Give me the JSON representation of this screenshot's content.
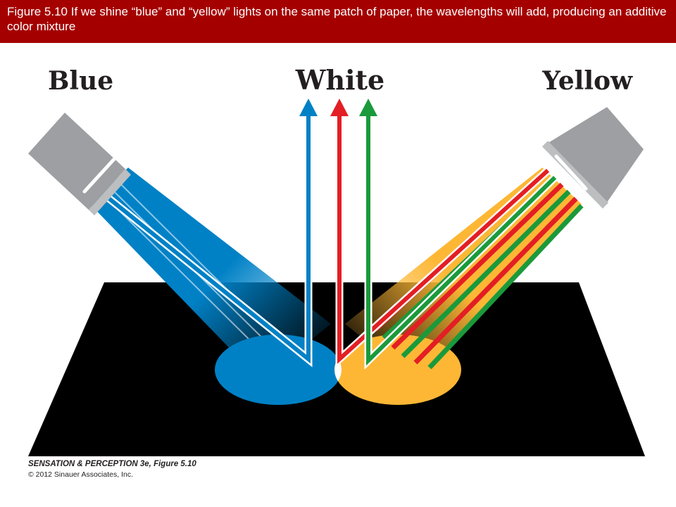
{
  "banner": {
    "caption": "Figure 5.10  If we shine “blue” and “yellow” lights on the same patch of paper, the wavelengths will add, producing an additive color mixture"
  },
  "labels": {
    "left_light": "Blue",
    "reflected": "White",
    "right_light": "Yellow"
  },
  "colors": {
    "banner": "#a50000",
    "blue": "#0081c6",
    "yellow": "#fdb735",
    "red": "#e31e24",
    "green": "#1a9a3b",
    "paper": "#000000",
    "lamp": "#9d9fa2"
  },
  "icons": {
    "left_lamp": "lamp-icon",
    "right_lamp": "lamp-icon"
  },
  "credit": {
    "title": "SENSATION & PERCEPTION 3e, Figure 5.10",
    "copyright": "© 2012 Sinauer Associates, Inc."
  }
}
